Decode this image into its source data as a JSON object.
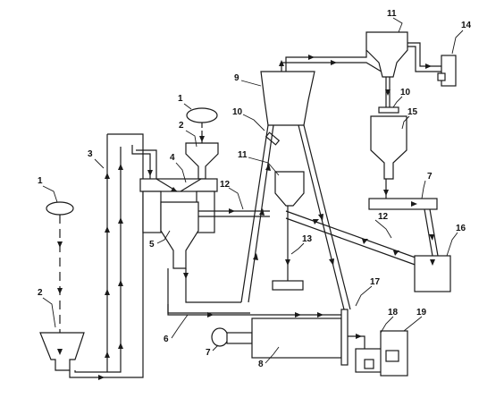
{
  "labels": [
    {
      "text": "1"
    },
    {
      "text": "2"
    },
    {
      "text": "3"
    },
    {
      "text": "1"
    },
    {
      "text": "2"
    },
    {
      "text": "4"
    },
    {
      "text": "5"
    },
    {
      "text": "6"
    },
    {
      "text": "7"
    },
    {
      "text": "8"
    },
    {
      "text": "9"
    },
    {
      "text": "10"
    },
    {
      "text": "11"
    },
    {
      "text": "12"
    },
    {
      "text": "13"
    },
    {
      "text": "11"
    },
    {
      "text": "10"
    },
    {
      "text": "14"
    },
    {
      "text": "15"
    },
    {
      "text": "7"
    },
    {
      "text": "12"
    },
    {
      "text": "16"
    },
    {
      "text": "17"
    },
    {
      "text": "18"
    },
    {
      "text": "19"
    }
  ]
}
